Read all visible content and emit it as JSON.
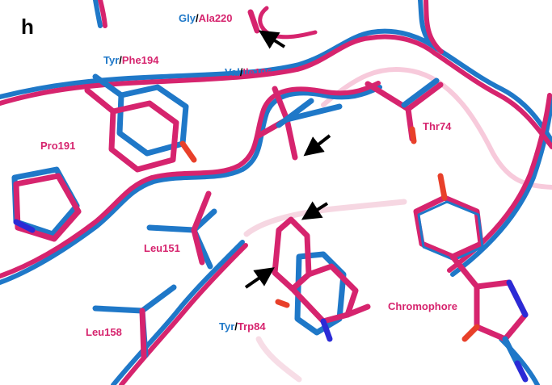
{
  "panel_letter": "h",
  "colors": {
    "structure_a": "#1f78c8",
    "structure_b": "#d6246e",
    "oxygen": "#e8402a",
    "nitrogen": "#2b2bd6",
    "arrow": "#000000"
  },
  "labels": {
    "gly_ala220": {
      "part1": "Gly",
      "sep": "/",
      "part2": "Ala220"
    },
    "tyr_phe194": {
      "part1": "Tyr",
      "sep": "/",
      "part2": "Phe194"
    },
    "val_ile196": {
      "part1": "Val",
      "sep": "/",
      "part2": "Ile196"
    },
    "tyr_trp84": {
      "part1": "Tyr",
      "sep": "/",
      "part2": "Trp84"
    },
    "pro191": "Pro191",
    "thr74": "Thr74",
    "leu151": "Leu151",
    "leu158": "Leu158",
    "chromophore": "Chromophore"
  }
}
